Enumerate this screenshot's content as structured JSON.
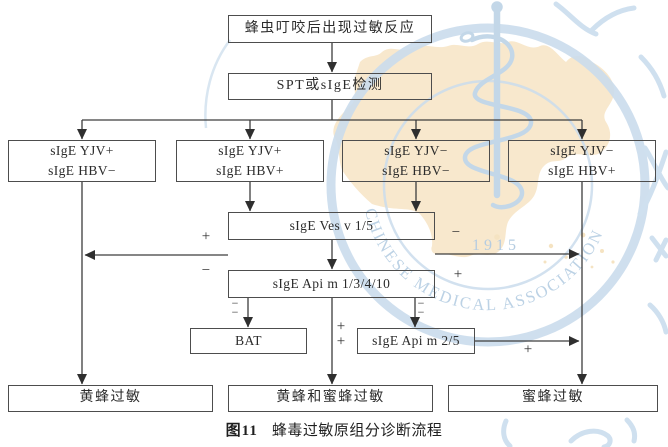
{
  "figure": {
    "caption_tag": "图11",
    "caption_title": "蜂毒过敏原组分诊断流程"
  },
  "watermark": {
    "ring_text": "CHINESE MEDICAL ASSOCIATION",
    "year": "1915",
    "blue": "#c3d7e8",
    "map_orange": "#f8e8cd"
  },
  "nodes": {
    "start": {
      "label": "蜂虫叮咬后出现过敏反应"
    },
    "screen": {
      "label": "SPT或sIgE检测"
    },
    "b1": {
      "line1": "sIgE YJV+",
      "line2": "sIgE HBV−"
    },
    "b2": {
      "line1": "sIgE YJV+",
      "line2": "sIgE HBV+"
    },
    "b3": {
      "line1": "sIgE YJV−",
      "line2": "sIgE HBV−"
    },
    "b4": {
      "line1": "sIgE YJV−",
      "line2": "sIgE HBV+"
    },
    "vesv": {
      "label": "sIgE Ves v 1/5"
    },
    "apim": {
      "label": "sIgE Api m 1/3/4/10"
    },
    "bat": {
      "label": "BAT"
    },
    "apim25": {
      "label": "sIgE Api m 2/5"
    },
    "out_wasp": {
      "label": "黄蜂过敏"
    },
    "out_both": {
      "label": "黄蜂和蜜蜂过敏"
    },
    "out_bee": {
      "label": "蜜蜂过敏"
    }
  },
  "edge_labels": {
    "vesv_left_plus": "+",
    "apim_left_minus": "−",
    "vesv_right_minus": "−",
    "apim_right_plus": "+",
    "bat_minus_1": "−",
    "bat_minus_2": "−",
    "both_plus_1": "+",
    "both_plus_2": "+",
    "apim25_minus_1": "−",
    "apim25_minus_2": "−",
    "apim25_plus": "+"
  }
}
